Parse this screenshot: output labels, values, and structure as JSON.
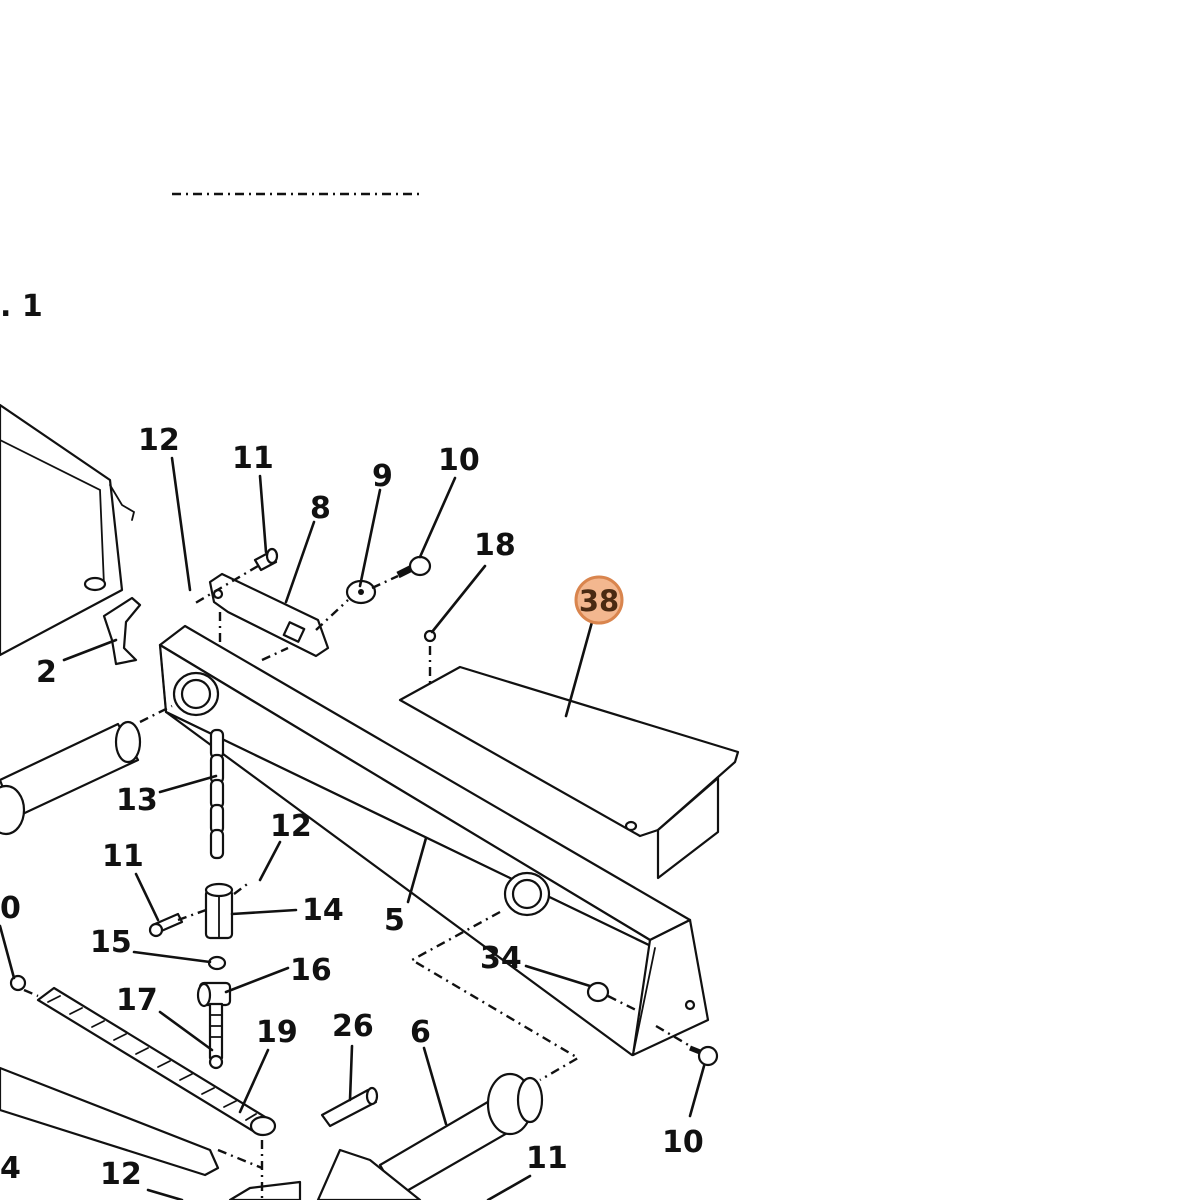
{
  "figure": {
    "fig_label": ". 1",
    "highlight": {
      "label": "38",
      "fill": "#f3b78f",
      "stroke": "#d9854e"
    },
    "callouts": [
      {
        "id": "c12a",
        "label": "12"
      },
      {
        "id": "c11a",
        "label": "11"
      },
      {
        "id": "c8",
        "label": "8"
      },
      {
        "id": "c9",
        "label": "9"
      },
      {
        "id": "c10a",
        "label": "10"
      },
      {
        "id": "c18",
        "label": "18"
      },
      {
        "id": "c2",
        "label": "2"
      },
      {
        "id": "c13",
        "label": "13"
      },
      {
        "id": "c12b",
        "label": "12"
      },
      {
        "id": "c11b",
        "label": "11"
      },
      {
        "id": "c14",
        "label": "14"
      },
      {
        "id": "c5",
        "label": "5"
      },
      {
        "id": "c0",
        "label": "0"
      },
      {
        "id": "c15",
        "label": "15"
      },
      {
        "id": "c16",
        "label": "16"
      },
      {
        "id": "c34",
        "label": "34"
      },
      {
        "id": "c17",
        "label": "17"
      },
      {
        "id": "c19",
        "label": "19"
      },
      {
        "id": "c26",
        "label": "26"
      },
      {
        "id": "c6",
        "label": "6"
      },
      {
        "id": "c10b",
        "label": "10"
      },
      {
        "id": "c11c",
        "label": "11"
      },
      {
        "id": "c12c",
        "label": "12"
      },
      {
        "id": "c4",
        "label": "4"
      }
    ]
  }
}
